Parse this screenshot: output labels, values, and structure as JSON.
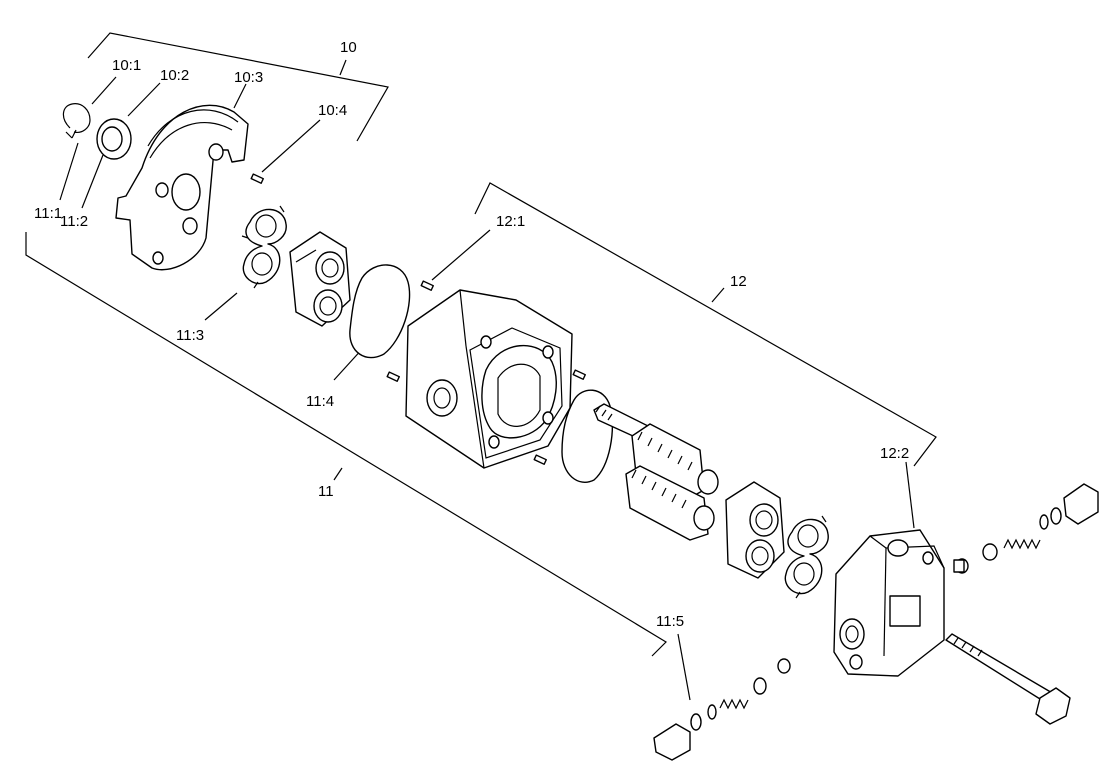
{
  "labels": {
    "l10": "10",
    "l10_1": "10:1",
    "l10_2": "10:2",
    "l10_3": "10:3",
    "l10_4": "10:4",
    "l11": "11",
    "l11_1": "11:1",
    "l11_2": "11:2",
    "l11_3": "11:3",
    "l11_4": "11:4",
    "l11_5": "11:5",
    "l12": "12",
    "l12_1": "12:1",
    "l12_2": "12:2"
  }
}
